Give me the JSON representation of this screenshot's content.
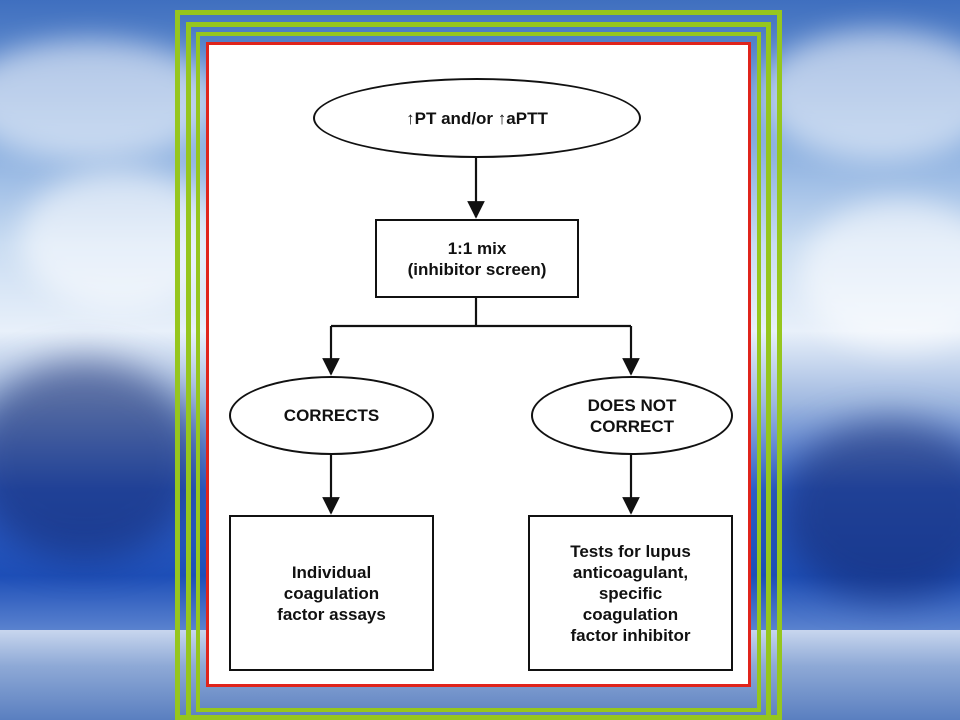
{
  "diagram": {
    "nodes": {
      "start": "↑PT and/or ↑aPTT",
      "mix": "1:1 mix\n(inhibitor screen)",
      "corrects": "CORRECTS",
      "not_correct": "DOES NOT\nCORRECT",
      "assays": "Individual\ncoagulation\nfactor assays",
      "lupus": "Tests for lupus\nanticoagulant,\nspecific\ncoagulation\nfactor inhibitor"
    }
  },
  "colors": {
    "frame": "#96c61e",
    "panel_border": "#e0241b",
    "line": "#111111"
  }
}
